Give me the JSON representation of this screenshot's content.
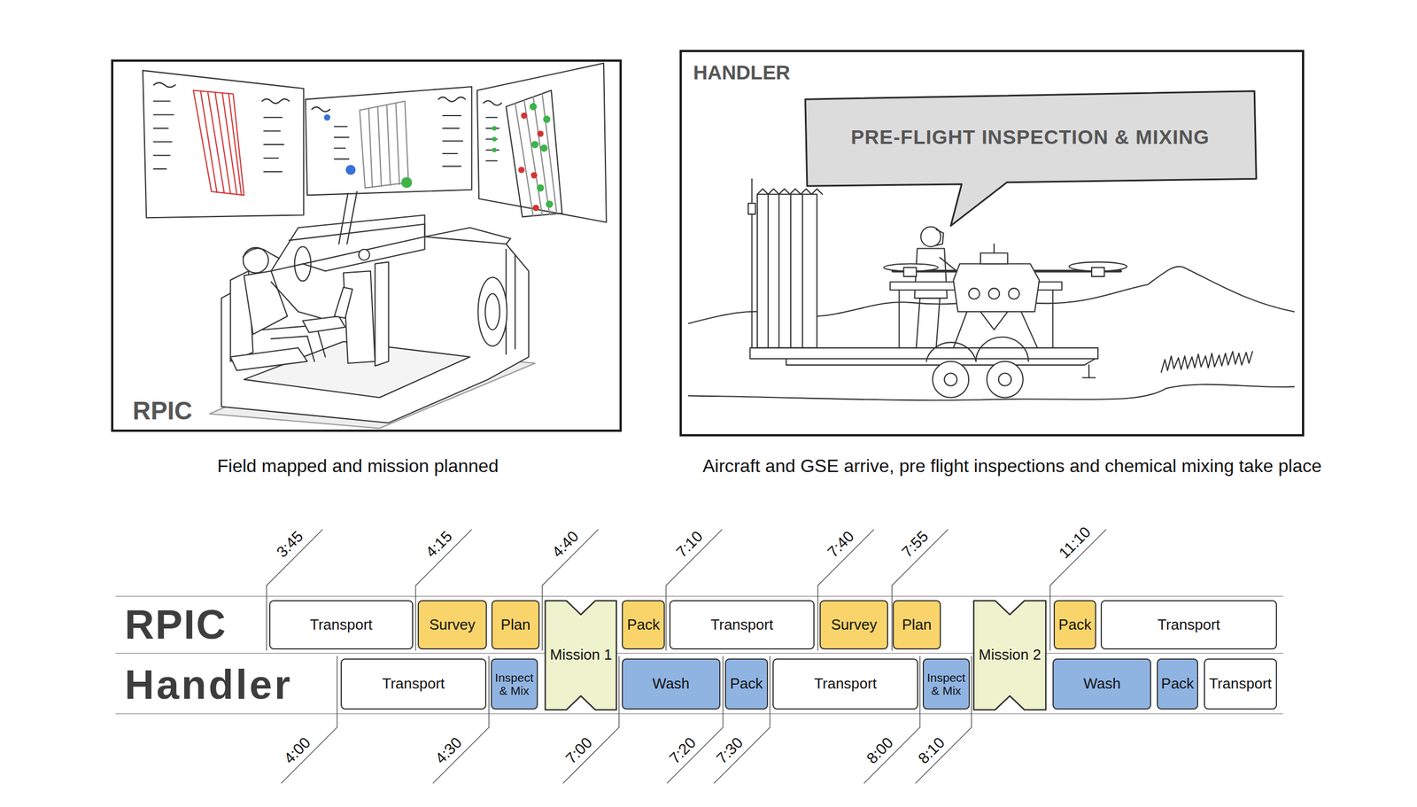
{
  "diagram": {
    "nodes": [
      {
        "text": [
          "RPIC"
        ]
      },
      {
        "text": [
          "HANDLER"
        ]
      },
      {
        "text": [
          "PRE-FLIGHT INSPECTION & MIXING"
        ],
        "in": 1
      },
      {
        "text": [
          "Transport"
        ]
      },
      {
        "text": [
          "Survey"
        ]
      },
      {
        "text": [
          "Plan"
        ]
      },
      {
        "text": [
          "Mission 1"
        ]
      },
      {
        "text": [
          "Pack"
        ]
      },
      {
        "text": [
          "Transport"
        ]
      },
      {
        "text": [
          "Survey"
        ]
      },
      {
        "text": [
          "Plan"
        ]
      },
      {
        "text": [
          "Mission 2"
        ]
      },
      {
        "text": [
          "Pack"
        ]
      },
      {
        "text": [
          "Transport"
        ]
      },
      {
        "text": [
          "Transport"
        ]
      },
      {
        "text": [
          "Inspect & Mix"
        ]
      },
      {
        "text": [
          "Wash"
        ]
      },
      {
        "text": [
          "Pack"
        ]
      },
      {
        "text": [
          "Transport"
        ]
      },
      {
        "text": [
          "Inspect & Mix"
        ]
      },
      {
        "text": [
          "Wash"
        ]
      },
      {
        "text": [
          "Pack"
        ]
      },
      {
        "text": [
          "Transport"
        ]
      }
    ],
    "labels": [
      "Field mapped and mission planned",
      "Aircraft and GSE arrive, pre flight inspections and chemical mixing take place",
      "RPIC",
      "Handler",
      "3:45",
      "4:15",
      "4:40",
      "7:10",
      "7:40",
      "7:55",
      "11:10",
      "4:00",
      "4:30",
      "7:00",
      "7:20",
      "7:30",
      "8:00",
      "8:10"
    ]
  }
}
